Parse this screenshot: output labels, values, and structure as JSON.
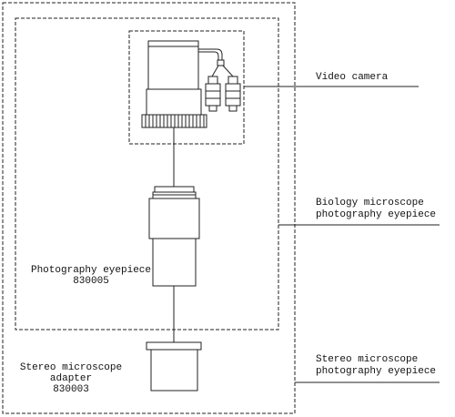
{
  "labels": {
    "video_camera": "Video camera",
    "bio_line1": "Biology microscope",
    "bio_line2": "photography eyepiece",
    "stereo_eyepiece_line1": "Stereo microscope",
    "stereo_eyepiece_line2": "photography eyepiece",
    "photo_eyepiece_name": "Photography eyepiece",
    "photo_eyepiece_code": "830005",
    "stereo_adapter_line1": "Stereo microscope",
    "stereo_adapter_line2": "adapter",
    "stereo_adapter_code": "830003"
  },
  "colors": {
    "stroke": "#222222",
    "fill": "#ffffff"
  }
}
